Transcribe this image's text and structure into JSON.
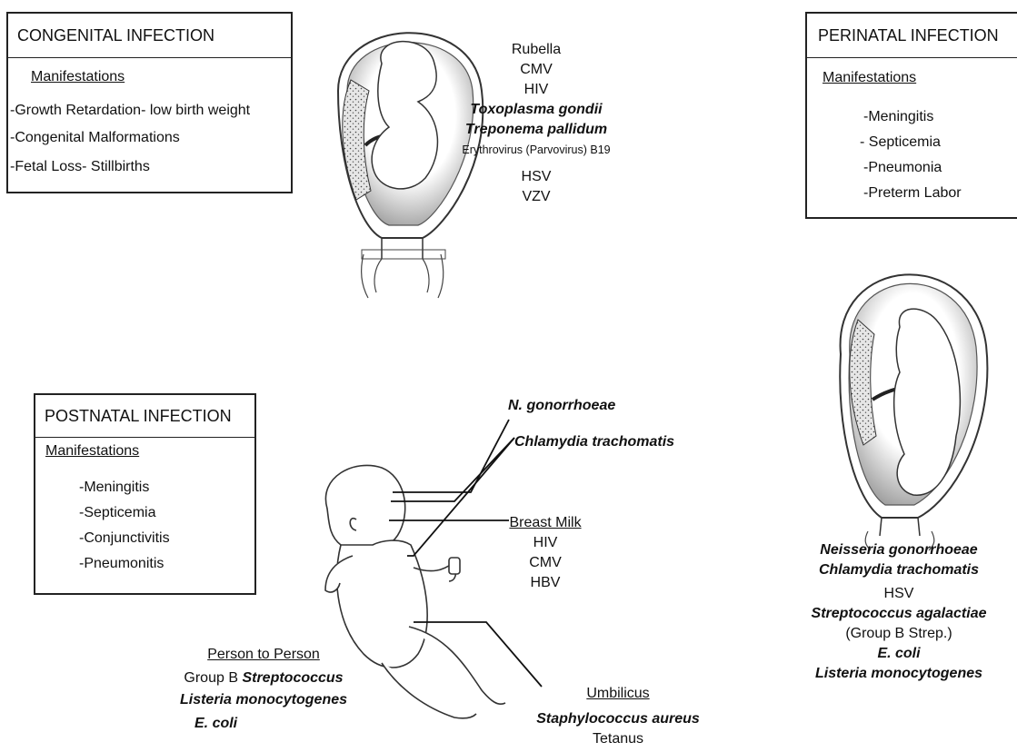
{
  "congenital": {
    "title": "CONGENITAL INFECTION",
    "manifestations_label": "Manifestations",
    "items": [
      "-Growth Retardation- low birth weight",
      "-Congenital Malformations",
      "-Fetal Loss- Stillbirths"
    ],
    "organisms": [
      "Rubella",
      "CMV",
      "HIV",
      "Toxoplasma gondii",
      "Treponema pallidum",
      "Erythrovirus (Parvovirus) B19",
      "HSV",
      "VZV"
    ]
  },
  "perinatal": {
    "title": "PERINATAL INFECTION",
    "manifestations_label": "Manifestations",
    "items": [
      "-Meningitis",
      "- Septicemia",
      "-Pneumonia",
      "-Preterm Labor"
    ],
    "organisms": [
      "Neisseria gonorrhoeae",
      "Chlamydia trachomatis",
      "HSV",
      "Streptococcus agalactiae",
      "(Group B Strep.)",
      "E. coli",
      "Listeria monocytogenes"
    ]
  },
  "postnatal": {
    "title": "POSTNATAL INFECTION",
    "manifestations_label": "Manifestations",
    "items": [
      "-Meningitis",
      "-Septicemia",
      "-Conjunctivitis",
      "-Pneumonitis"
    ],
    "eye_organisms": [
      "N. gonorrhoeae",
      "Chlamydia trachomatis"
    ],
    "breast_milk": {
      "label": "Breast Milk",
      "organisms": [
        "HIV",
        "CMV",
        "HBV"
      ]
    },
    "umbilicus": {
      "label": "Umbilicus",
      "organisms": [
        "Staphylococcus aureus",
        "Tetanus"
      ]
    },
    "person_to_person": {
      "label": "Person to Person",
      "line1_prefix": "Group B ",
      "line1_bold": "Streptococcus",
      "organisms": [
        "Listeria monocytogenes",
        "E. coli"
      ]
    }
  }
}
